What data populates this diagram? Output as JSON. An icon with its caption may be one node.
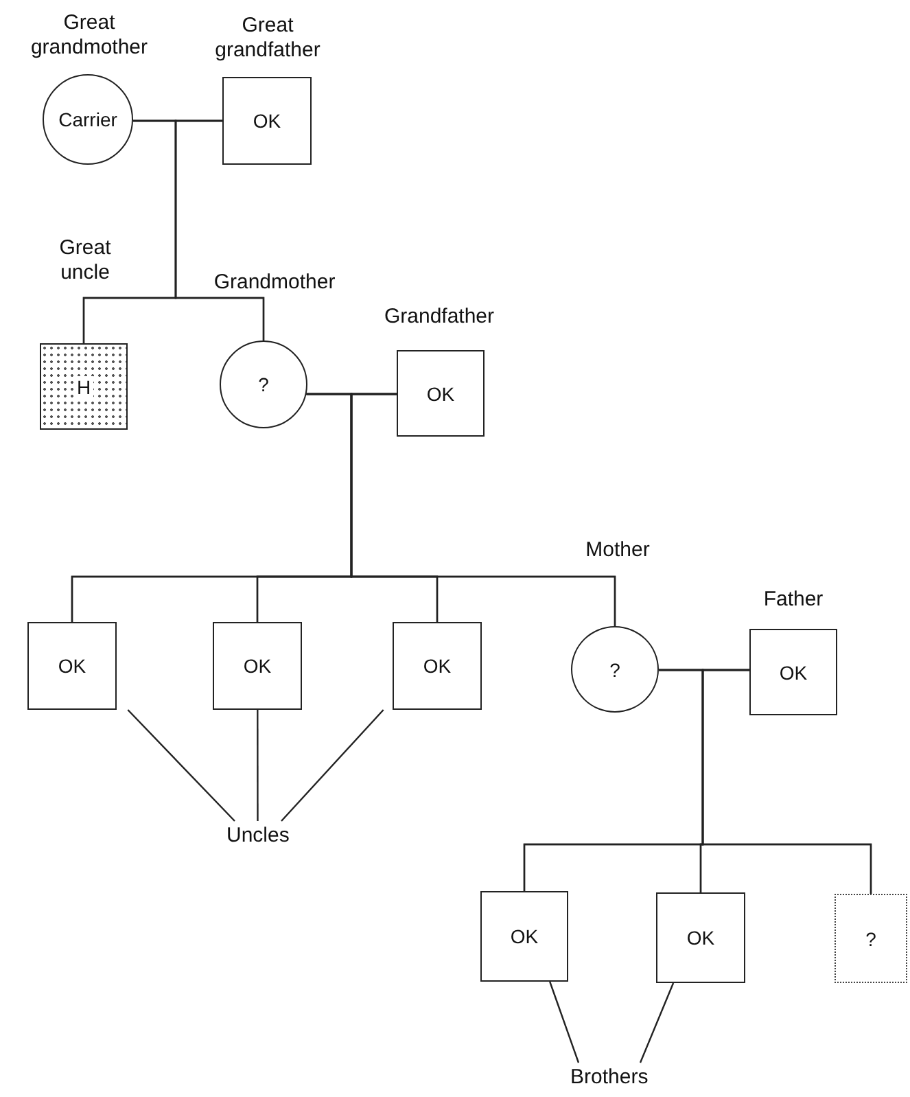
{
  "diagram": {
    "nodes": [
      {
        "text": [
          "Great grandmother",
          "Carrier"
        ]
      },
      {
        "text": [
          "Great grandfather",
          "OK"
        ]
      },
      {
        "text": [
          "Great uncle",
          "H"
        ]
      },
      {
        "text": [
          "Grandmother",
          "?"
        ]
      },
      {
        "text": [
          "Grandfather",
          "OK"
        ]
      },
      {
        "text": [
          "OK"
        ]
      },
      {
        "text": [
          "OK"
        ]
      },
      {
        "text": [
          "OK"
        ]
      },
      {
        "text": [
          "Mother",
          "?"
        ]
      },
      {
        "text": [
          "Father",
          "OK"
        ]
      },
      {
        "text": [
          "OK"
        ]
      },
      {
        "text": [
          "OK"
        ]
      },
      {
        "text": [
          "?"
        ]
      },
      {
        "text": [
          "Uncles"
        ]
      },
      {
        "text": [
          "Brothers"
        ]
      }
    ],
    "edges": [
      {
        "from": 0,
        "to": 1,
        "arrow": "none"
      },
      {
        "from": 0,
        "to": 2,
        "arrow": "none"
      },
      {
        "from": 1,
        "to": 2,
        "arrow": "none"
      },
      {
        "from": 0,
        "to": 3,
        "arrow": "none"
      },
      {
        "from": 1,
        "to": 3,
        "arrow": "none"
      },
      {
        "from": 3,
        "to": 4,
        "arrow": "none"
      },
      {
        "from": 3,
        "to": 5,
        "arrow": "none"
      },
      {
        "from": 4,
        "to": 5,
        "arrow": "none"
      },
      {
        "from": 3,
        "to": 6,
        "arrow": "none"
      },
      {
        "from": 4,
        "to": 6,
        "arrow": "none"
      },
      {
        "from": 3,
        "to": 7,
        "arrow": "none"
      },
      {
        "from": 4,
        "to": 7,
        "arrow": "none"
      },
      {
        "from": 3,
        "to": 8,
        "arrow": "none"
      },
      {
        "from": 4,
        "to": 8,
        "arrow": "none"
      },
      {
        "from": 8,
        "to": 9,
        "arrow": "none"
      },
      {
        "from": 8,
        "to": 10,
        "arrow": "none"
      },
      {
        "from": 9,
        "to": 10,
        "arrow": "none"
      },
      {
        "from": 8,
        "to": 11,
        "arrow": "none"
      },
      {
        "from": 9,
        "to": 11,
        "arrow": "none"
      },
      {
        "from": 8,
        "to": 12,
        "arrow": "none"
      },
      {
        "from": 9,
        "to": 12,
        "arrow": "none"
      },
      {
        "from": 13,
        "to": 5,
        "arrow": "none"
      },
      {
        "from": 13,
        "to": 6,
        "arrow": "none"
      },
      {
        "from": 13,
        "to": 7,
        "arrow": "none"
      },
      {
        "from": 14,
        "to": 10,
        "arrow": "none"
      },
      {
        "from": 14,
        "to": 11,
        "arrow": "none"
      }
    ]
  }
}
